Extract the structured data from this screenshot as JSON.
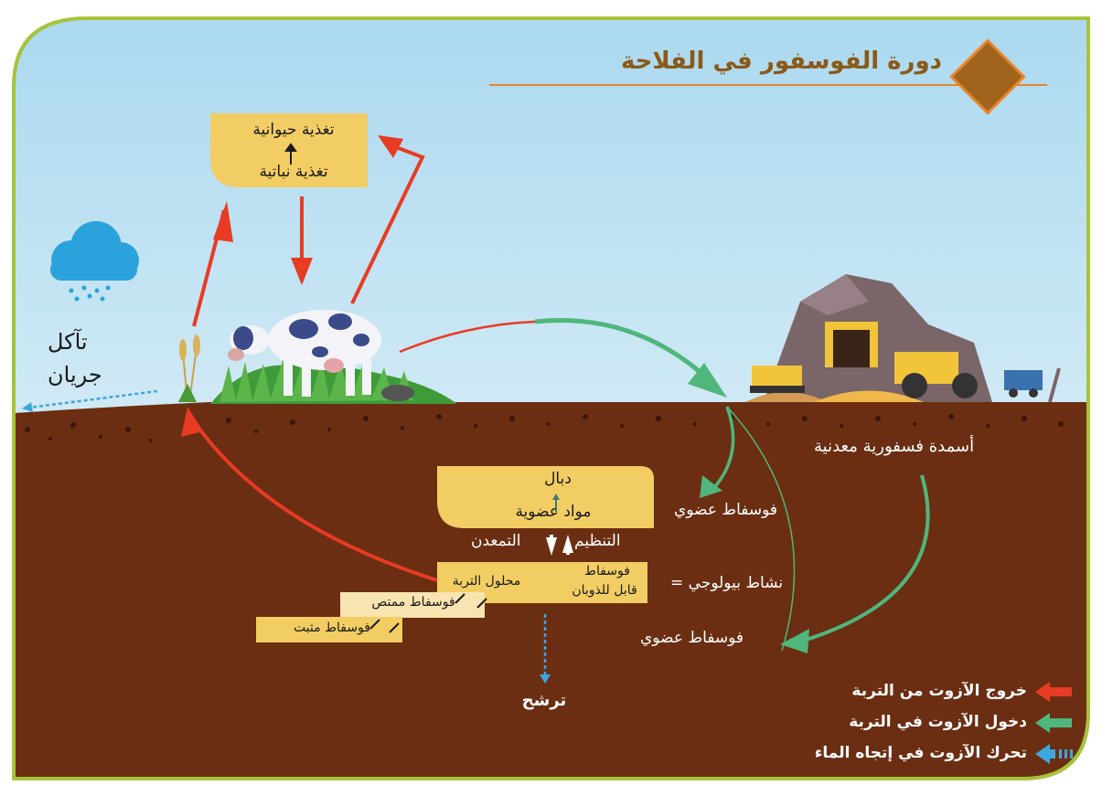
{
  "title": "دورة الفوسفور في الفلاحة",
  "labels": {
    "animal_feed": "تغذية حيوانية",
    "plant_feed": "تغذية نباتية",
    "erosion": "تآكل",
    "runoff": "جريان",
    "mineral_fertilizers": "أسمدة فسفورية معدنية",
    "humus": "دبال",
    "organic_matter": "مواد عضوية",
    "immobilization": "التنظيم",
    "mineralization": "التمعدن",
    "organic_phosphate_1": "فوسفاط عضوي",
    "organic_phosphate_2": "فوسفاط عضوي",
    "soluble_phosphate_1": "فوسفاط",
    "soluble_phosphate_2": "قابل للذوبان",
    "soil_solution": "محلول التربة",
    "biological_activity": "نشاط بيولوجي =",
    "absorbed_phosphate": "فوسفاط ممتص",
    "fixed_phosphate": "فوسفاط مثبت",
    "leaching": "ترشح"
  },
  "legend": [
    {
      "label": "خروج الآزوت من التربة",
      "color": "#e83b24"
    },
    {
      "label": "دخول الآزوت في التربة",
      "color": "#4fb67c"
    },
    {
      "label": "تحرك الآزوت في إتجاه الماء",
      "color": "#3fa6dc"
    }
  ],
  "colors": {
    "frame": "#a6c43a",
    "soil": "#6b2e12",
    "box": "#f2cd63",
    "title": "#8a5a1a",
    "diamond": "#a0641c",
    "grass": "#3f9a3a"
  }
}
